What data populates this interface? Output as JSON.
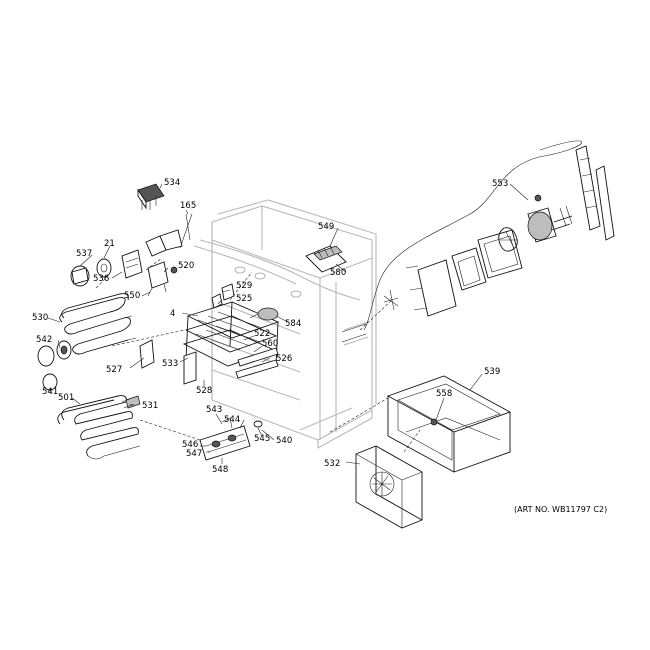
{
  "art_no": "(ART NO. WB11797 C2)",
  "labels": [
    {
      "id": "534",
      "text": "534"
    },
    {
      "id": "165",
      "text": "165"
    },
    {
      "id": "537",
      "text": "537"
    },
    {
      "id": "21",
      "text": "21"
    },
    {
      "id": "536",
      "text": "536"
    },
    {
      "id": "520",
      "text": "520"
    },
    {
      "id": "550",
      "text": "550"
    },
    {
      "id": "529",
      "text": "529"
    },
    {
      "id": "525",
      "text": "525"
    },
    {
      "id": "4",
      "text": "4"
    },
    {
      "id": "530",
      "text": "530"
    },
    {
      "id": "542",
      "text": "542"
    },
    {
      "id": "527",
      "text": "527"
    },
    {
      "id": "533",
      "text": "533"
    },
    {
      "id": "522",
      "text": "522"
    },
    {
      "id": "560",
      "text": "560"
    },
    {
      "id": "526",
      "text": "526"
    },
    {
      "id": "528",
      "text": "528"
    },
    {
      "id": "541",
      "text": "541"
    },
    {
      "id": "501",
      "text": "501"
    },
    {
      "id": "531",
      "text": "531"
    },
    {
      "id": "543",
      "text": "543"
    },
    {
      "id": "544",
      "text": "544"
    },
    {
      "id": "545",
      "text": "545"
    },
    {
      "id": "540",
      "text": "540"
    },
    {
      "id": "546",
      "text": "546"
    },
    {
      "id": "547",
      "text": "547"
    },
    {
      "id": "548",
      "text": "548"
    },
    {
      "id": "549",
      "text": "549"
    },
    {
      "id": "580",
      "text": "580"
    },
    {
      "id": "584",
      "text": "584"
    },
    {
      "id": "553",
      "text": "553"
    },
    {
      "id": "539",
      "text": "539"
    },
    {
      "id": "558",
      "text": "558"
    },
    {
      "id": "532",
      "text": "532"
    }
  ]
}
